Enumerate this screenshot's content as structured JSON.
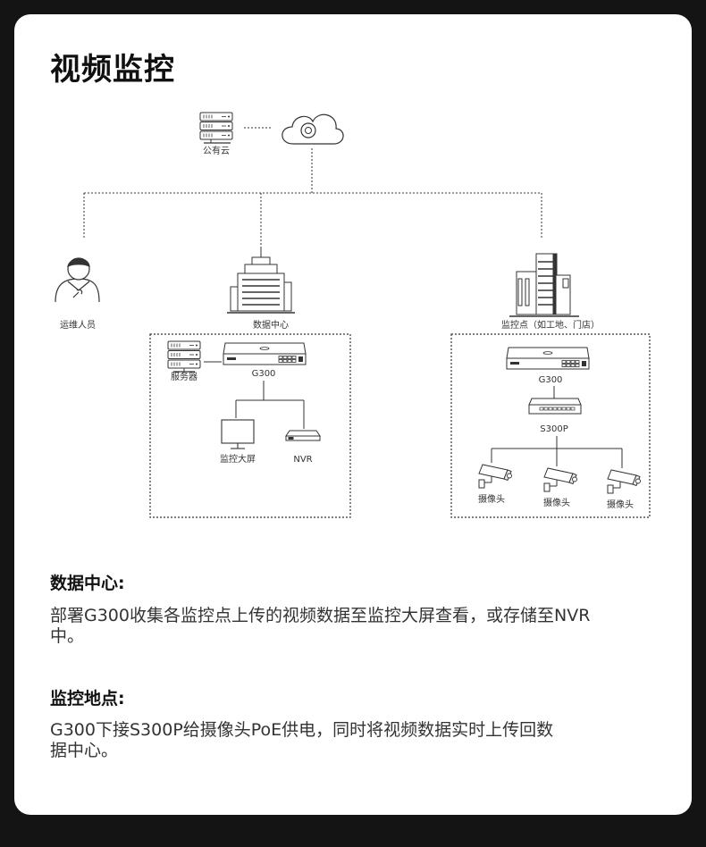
{
  "page": {
    "title": "视频监控"
  },
  "diagram": {
    "public_cloud_label": "公有云",
    "ops_label": "运维人员",
    "datacenter_label": "数据中心",
    "monitor_point_label": "监控点（如工地、门店）",
    "server_label": "服务器",
    "g300_label_dc": "G300",
    "screen_label": "监控大屏",
    "nvr_label": "NVR",
    "g300_label_site": "G300",
    "s300p_label": "S300P",
    "camera_labels": [
      "摄像头",
      "摄像头",
      "摄像头"
    ]
  },
  "sections": [
    {
      "title": "数据中心:",
      "body_lines": [
        "部署G300收集各监控点上传的视频数据至监控大屏查看，或存储至NVR",
        "中。"
      ]
    },
    {
      "title": "监控地点:",
      "body_lines": [
        "G300下接S300P给摄像头PoE供电，同时将视频数据实时上传回数",
        "据中心。"
      ]
    }
  ]
}
